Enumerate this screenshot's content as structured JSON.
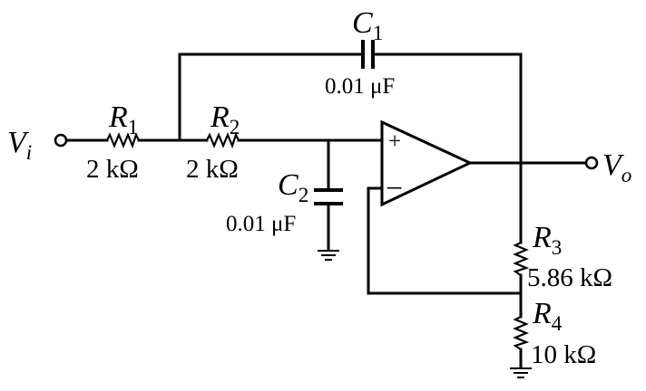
{
  "components": {
    "vi": {
      "symbol": "V",
      "sub": "i"
    },
    "vo": {
      "symbol": "V",
      "sub": "o"
    },
    "r1": {
      "symbol": "R",
      "sub": "1",
      "value": "2 kΩ"
    },
    "r2": {
      "symbol": "R",
      "sub": "2",
      "value": "2 kΩ"
    },
    "r3": {
      "symbol": "R",
      "sub": "3",
      "value": "5.86 kΩ"
    },
    "r4": {
      "symbol": "R",
      "sub": "4",
      "value": "10 kΩ"
    },
    "c1": {
      "symbol": "C",
      "sub": "1",
      "value": "0.01 μF"
    },
    "c2": {
      "symbol": "C",
      "sub": "2",
      "value": "0.01 μF"
    }
  },
  "opamp": {
    "plus": "+",
    "minus": "−"
  }
}
